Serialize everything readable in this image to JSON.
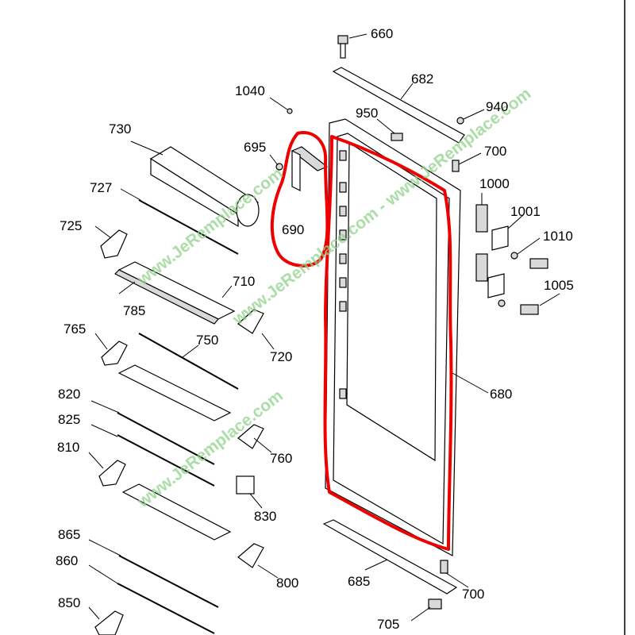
{
  "labels": {
    "l660": "660",
    "l682": "682",
    "l1040": "1040",
    "l950": "950",
    "l940": "940",
    "l730": "730",
    "l695": "695",
    "l700a": "700",
    "l727": "727",
    "l690": "690",
    "l1000": "1000",
    "l1001": "1001",
    "l725": "725",
    "l1010": "1010",
    "l710": "710",
    "l785": "785",
    "l1005": "1005",
    "l765": "765",
    "l750": "750",
    "l720": "720",
    "l680": "680",
    "l820": "820",
    "l825": "825",
    "l810": "810",
    "l760": "760",
    "l830": "830",
    "l865": "865",
    "l860": "860",
    "l800": "800",
    "l685": "685",
    "l700b": "700",
    "l850": "850",
    "l705": "705"
  },
  "watermark": {
    "text1": "www.JeRemplace.com",
    "text2": "www.JeRemplace.com - www.JeRemplace.com",
    "text3": "www.JeRemplace.com"
  },
  "colors": {
    "highlight": "#ee0000",
    "watermark": "#8fd18a"
  }
}
